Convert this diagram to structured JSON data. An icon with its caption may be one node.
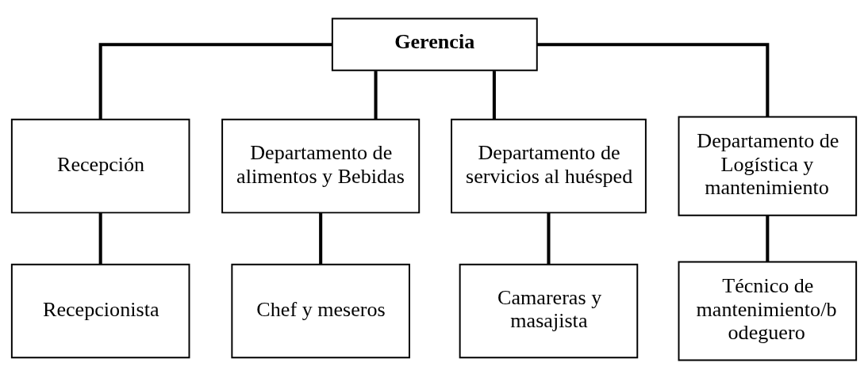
{
  "diagram": {
    "nodes": [
      {
        "text": [
          "Gerencia"
        ]
      },
      {
        "text": [
          "Recepción"
        ]
      },
      {
        "text": [
          "Departamento de alimentos y Bebidas"
        ]
      },
      {
        "text": [
          "Departamento de servicios al huésped"
        ]
      },
      {
        "text": [
          "Departamento de Logística y mantenimiento"
        ]
      },
      {
        "text": [
          "Recepcionista"
        ]
      },
      {
        "text": [
          "Chef y meseros"
        ]
      },
      {
        "text": [
          "Camareras y masajista"
        ]
      },
      {
        "text": [
          "Técnico de mantenimiento/b odeguero"
        ]
      }
    ],
    "edges": [
      {
        "from": 0,
        "to": 1,
        "arrow": "none"
      },
      {
        "from": 0,
        "to": 2,
        "arrow": "none"
      },
      {
        "from": 0,
        "to": 3,
        "arrow": "none"
      },
      {
        "from": 0,
        "to": 4,
        "arrow": "none"
      },
      {
        "from": 1,
        "to": 5,
        "arrow": "none"
      },
      {
        "from": 2,
        "to": 6,
        "arrow": "none"
      },
      {
        "from": 3,
        "to": 7,
        "arrow": "none"
      },
      {
        "from": 4,
        "to": 8,
        "arrow": "none"
      }
    ]
  }
}
